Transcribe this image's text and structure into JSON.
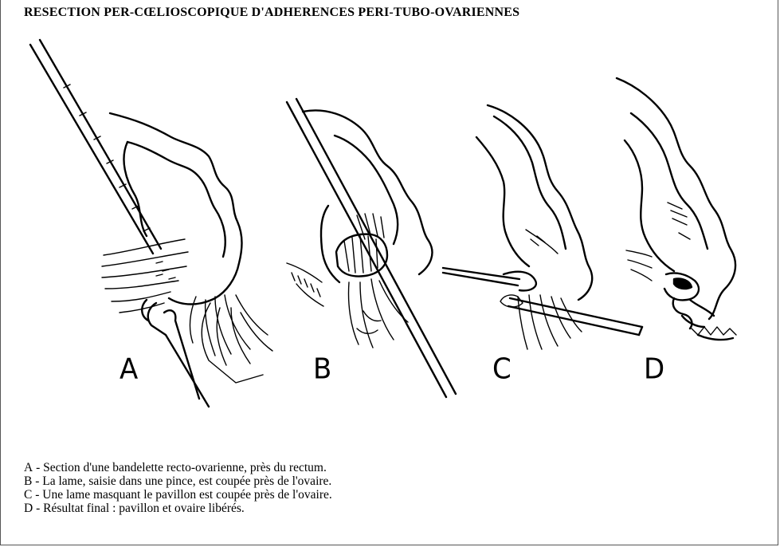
{
  "title": "RESECTION PER-CŒLIOSCOPIQUE D'ADHERENCES PERI-TUBO-OVARIENNES",
  "panels": [
    {
      "label": "A"
    },
    {
      "label": "B"
    },
    {
      "label": "C"
    },
    {
      "label": "D"
    }
  ],
  "legend": [
    {
      "key": "A",
      "text": "Section d'une bandelette recto-ovarienne, près du rectum."
    },
    {
      "key": "B",
      "text": "La lame, saisie dans une pince, est coupée près de l'ovaire."
    },
    {
      "key": "C",
      "text": "Une lame masquant le pavillon est coupée près de l'ovaire."
    },
    {
      "key": "D",
      "text": "Résultat final : pavillon et ovaire libérés."
    }
  ]
}
